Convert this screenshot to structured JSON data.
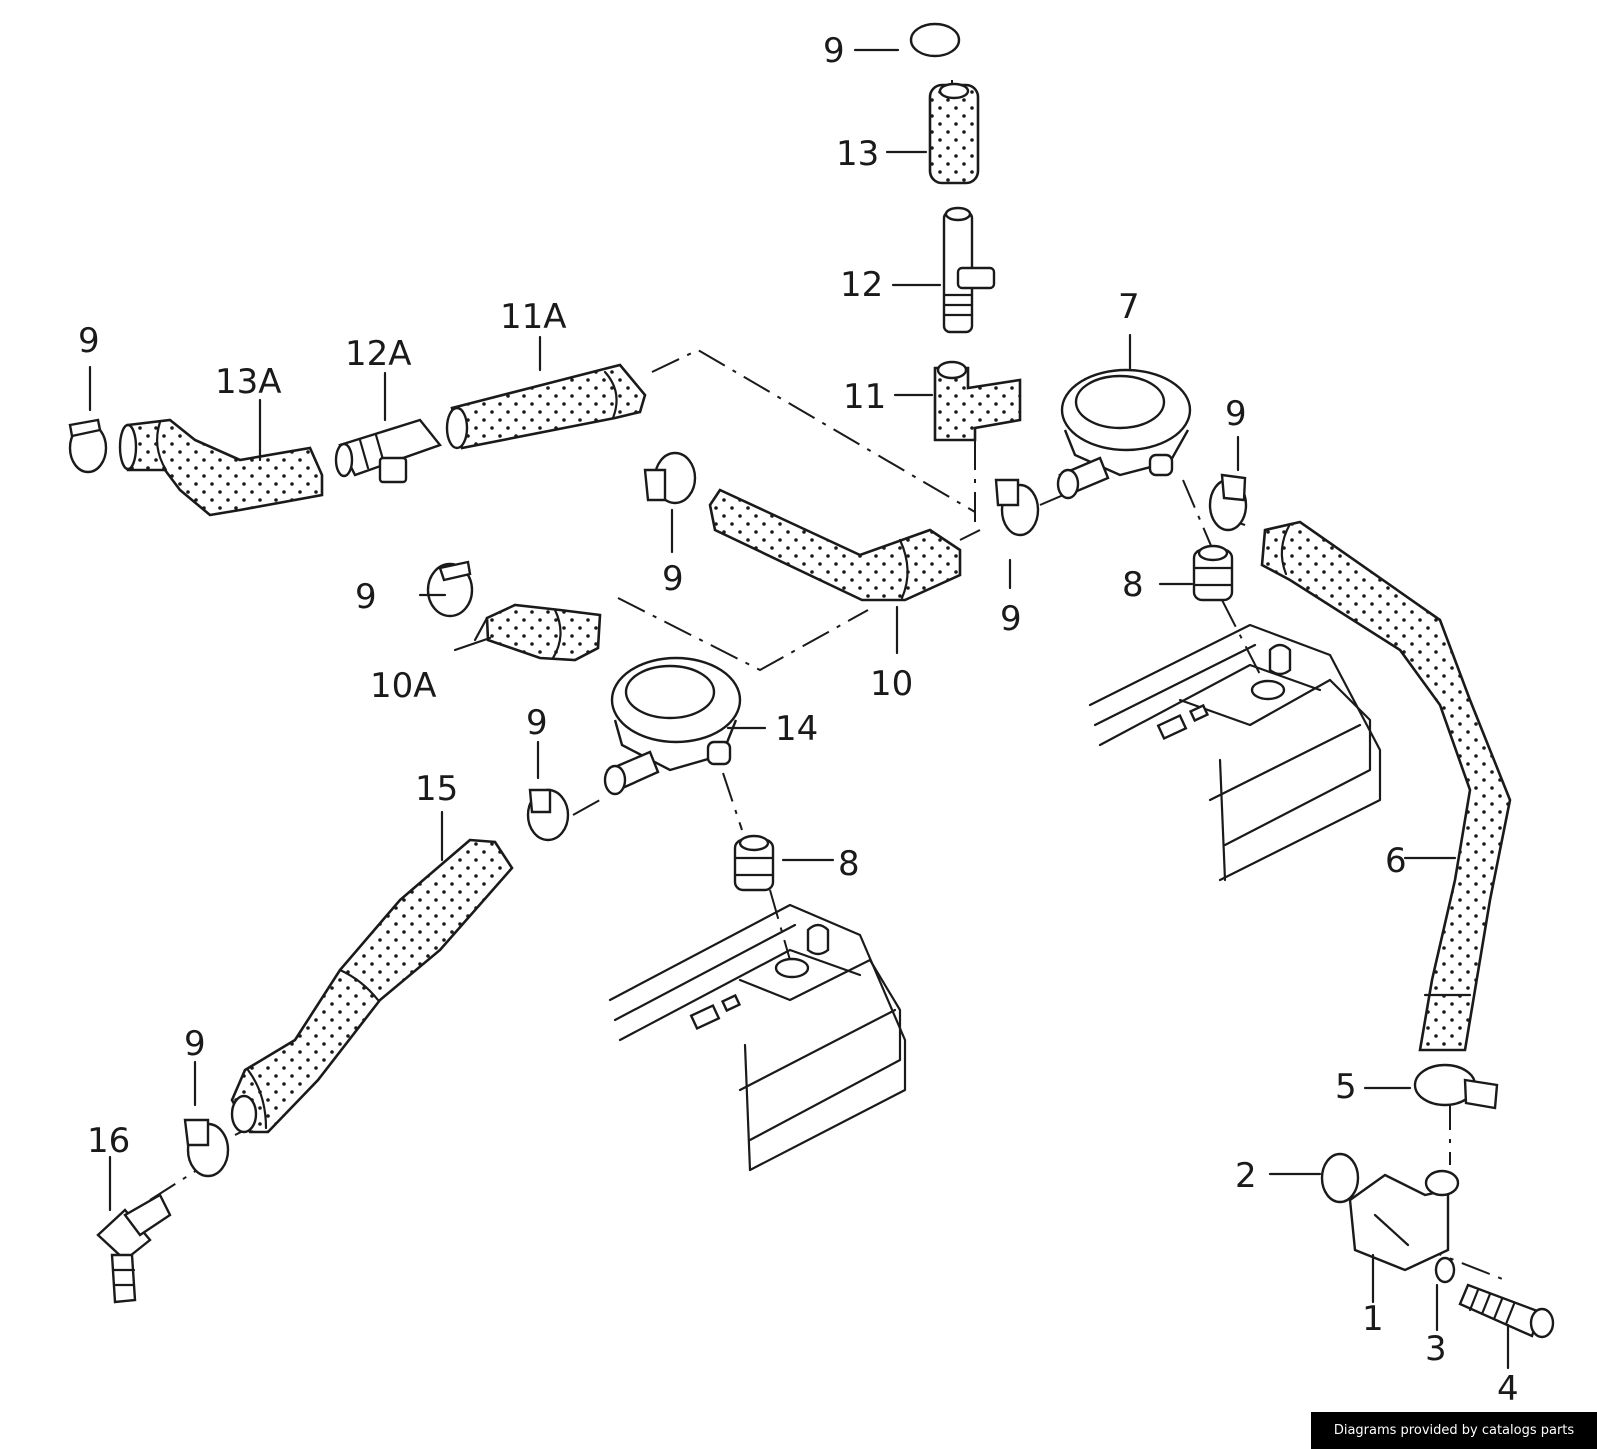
{
  "labels": {
    "l1": "1",
    "l2": "2",
    "l3": "3",
    "l4": "4",
    "l5": "5",
    "l6": "6",
    "l7": "7",
    "l8a": "8",
    "l8b": "8",
    "l9a": "9",
    "l9b": "9",
    "l9c": "9",
    "l9d": "9",
    "l9e": "9",
    "l9f": "9",
    "l9g": "9",
    "l9h": "9",
    "l10": "10",
    "l10A": "10A",
    "l11": "11",
    "l11A": "11A",
    "l12": "12",
    "l12A": "12A",
    "l13": "13",
    "l13A": "13A",
    "l14": "14",
    "l15": "15",
    "l16": "16"
  },
  "watermark": "Diagrams provided by catalogs parts"
}
